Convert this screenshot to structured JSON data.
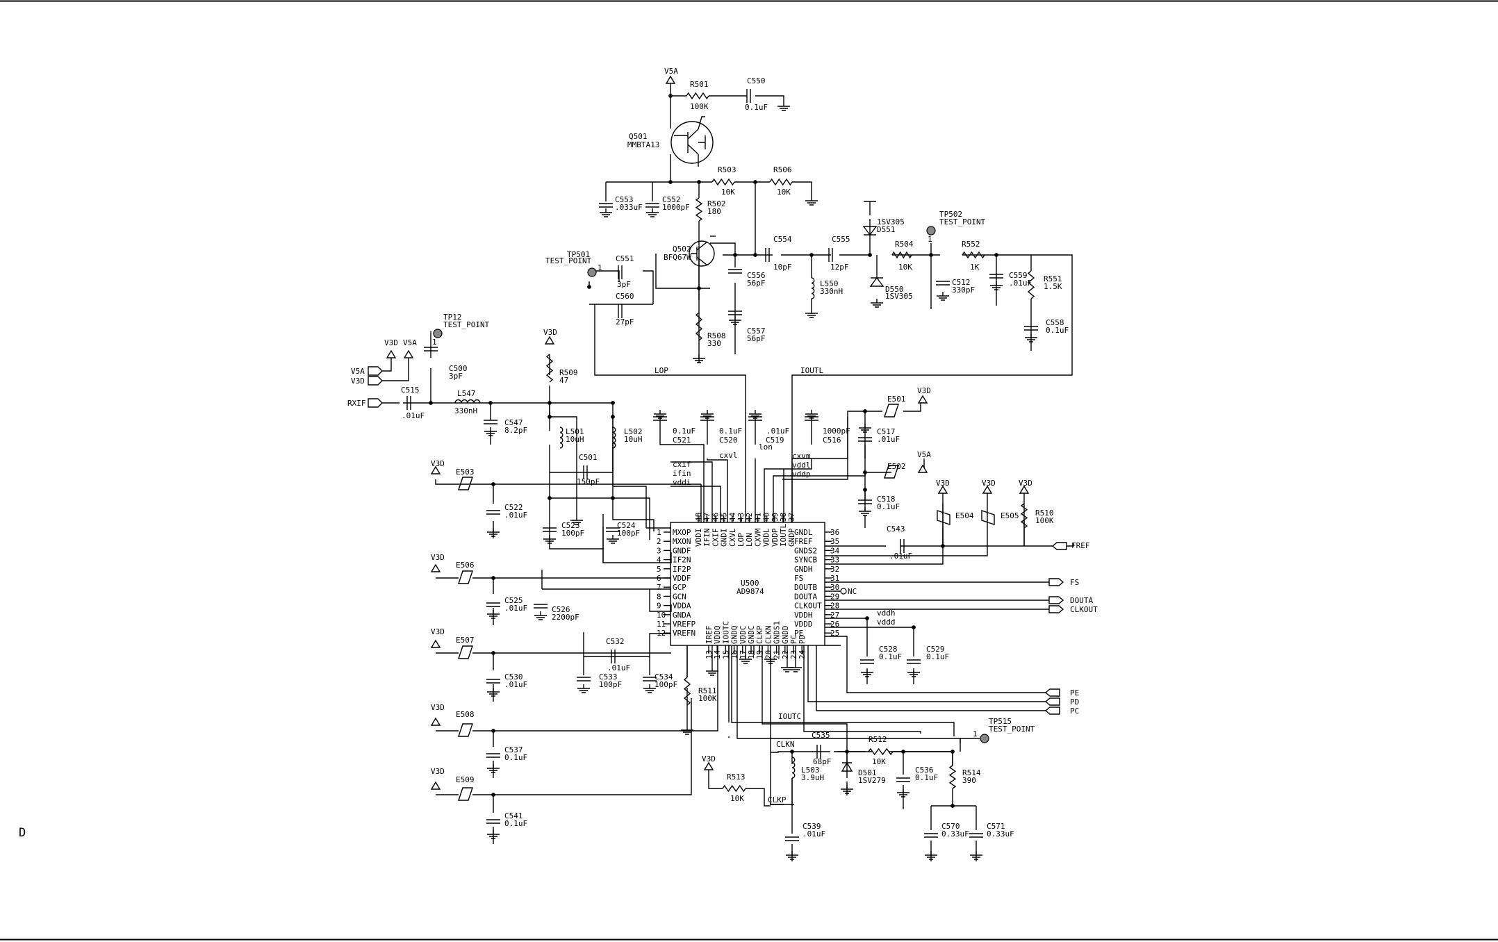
{
  "corner_label": "D",
  "u500": {
    "ref": "U500",
    "part": "AD9874",
    "left_pins": [
      {
        "num": "1",
        "name": "MXOP"
      },
      {
        "num": "2",
        "name": "MXON"
      },
      {
        "num": "3",
        "name": "GNDF"
      },
      {
        "num": "4",
        "name": "IF2N"
      },
      {
        "num": "5",
        "name": "IF2P"
      },
      {
        "num": "6",
        "name": "VDDF"
      },
      {
        "num": "7",
        "name": "GCP"
      },
      {
        "num": "8",
        "name": "GCN"
      },
      {
        "num": "9",
        "name": "VDDA"
      },
      {
        "num": "10",
        "name": "GNDA"
      },
      {
        "num": "11",
        "name": "VREFP"
      },
      {
        "num": "12",
        "name": "VREFN"
      }
    ],
    "top_pins": [
      {
        "num": "48",
        "name": "VDDI"
      },
      {
        "num": "47",
        "name": "IFIN"
      },
      {
        "num": "46",
        "name": "CXIF"
      },
      {
        "num": "45",
        "name": "GNDI"
      },
      {
        "num": "44",
        "name": "CXVL"
      },
      {
        "num": "43",
        "name": "LOP"
      },
      {
        "num": "42",
        "name": "LON"
      },
      {
        "num": "41",
        "name": "CXVM"
      },
      {
        "num": "40",
        "name": "VDDL"
      },
      {
        "num": "39",
        "name": "VDDP"
      },
      {
        "num": "38",
        "name": "IOUTL"
      },
      {
        "num": "37",
        "name": "GNDP"
      }
    ],
    "right_pins": [
      {
        "num": "36",
        "name": "GNDL"
      },
      {
        "num": "35",
        "name": "FREF"
      },
      {
        "num": "34",
        "name": "GNDS2"
      },
      {
        "num": "33",
        "name": "SYNCB"
      },
      {
        "num": "32",
        "name": "GNDH"
      },
      {
        "num": "31",
        "name": "FS"
      },
      {
        "num": "30",
        "name": "DOUTB"
      },
      {
        "num": "29",
        "name": "DOUTA"
      },
      {
        "num": "28",
        "name": "CLKOUT"
      },
      {
        "num": "27",
        "name": "VDDH"
      },
      {
        "num": "26",
        "name": "VDDD"
      },
      {
        "num": "25",
        "name": "PE"
      }
    ],
    "bottom_pins": [
      {
        "num": "13",
        "name": "IREF"
      },
      {
        "num": "14",
        "name": "VDDQ"
      },
      {
        "num": "15",
        "name": "IOUTC"
      },
      {
        "num": "16",
        "name": "GNDQ"
      },
      {
        "num": "17",
        "name": "VDDC"
      },
      {
        "num": "18",
        "name": "GNDC"
      },
      {
        "num": "19",
        "name": "CLKP"
      },
      {
        "num": "20",
        "name": "CLKN"
      },
      {
        "num": "21",
        "name": "GNDS1"
      },
      {
        "num": "22",
        "name": "GNDD"
      },
      {
        "num": "23",
        "name": "PC"
      },
      {
        "num": "24",
        "name": "PD"
      }
    ]
  },
  "ports": {
    "v5a_1": "V5A",
    "v3d_1": "V3D",
    "rxif": "RXIF",
    "fref": "FREF",
    "fs": "FS",
    "douta": "DOUTA",
    "clkout": "CLKOUT",
    "pe": "PE",
    "pd": "PD",
    "pc": "PC",
    "nc": "NC"
  },
  "supplies": {
    "v5a_q501": "V5A",
    "v3d_top_a": "V3D",
    "v5a_top_a": "V5A",
    "v3d_r509": "V3D",
    "v3d_e503": "V3D",
    "v3d_e506": "V3D",
    "v3d_e507": "V3D",
    "v3d_e508": "V3D",
    "v3d_e509": "V3D",
    "v3d_e501": "V3D",
    "v5a_e502": "V5A",
    "v3d_e504": "V3D",
    "v3d_e505": "V3D",
    "v3d_r510": "V3D",
    "v3d_r513": "V3D"
  },
  "nets": {
    "lop": "LOP",
    "ioutl": "IOUTL",
    "cxif": "cxif",
    "ifin": "ifin",
    "vddi": "vddi",
    "cxvl": "cxvl",
    "lon": "lon",
    "cxvm": "cxvm",
    "vddl": "vddl",
    "vddp": "vddp",
    "vddh": "vddh",
    "vddd": "vddd",
    "ioutc": "IOUTC",
    "clkn": "CLKN",
    "clkp": "CLKP"
  },
  "parts": {
    "q501": {
      "ref": "Q501",
      "value": "MMBTA13"
    },
    "q502": {
      "ref": "Q502",
      "value": "BFQ67W"
    },
    "r501": {
      "ref": "R501",
      "value": "100K"
    },
    "c550": {
      "ref": "C550",
      "value": "0.1uF"
    },
    "r503": {
      "ref": "R503",
      "value": "10K"
    },
    "r506": {
      "ref": "R506",
      "value": "10K"
    },
    "c553": {
      "ref": "C553",
      "value": ".033uF"
    },
    "c552": {
      "ref": "C552",
      "value": "1000pF"
    },
    "r502": {
      "ref": "R502",
      "value": "180"
    },
    "tp501": {
      "ref": "TP501",
      "value": "TEST_POINT",
      "pin": "1"
    },
    "c551": {
      "ref": "C551",
      "value": "3pF"
    },
    "c560": {
      "ref": "C560",
      "value": "27pF"
    },
    "c556": {
      "ref": "C556",
      "value": "56pF"
    },
    "c557": {
      "ref": "C557",
      "value": "56pF"
    },
    "r508": {
      "ref": "R508",
      "value": "330"
    },
    "c554": {
      "ref": "C554",
      "value": "10pF"
    },
    "l550": {
      "ref": "L550",
      "value": "330nH"
    },
    "c555": {
      "ref": "C555",
      "value": "12pF"
    },
    "d551": {
      "ref": "D551",
      "value": "1SV305"
    },
    "d550": {
      "ref": "D550",
      "value": "1SV305"
    },
    "r504": {
      "ref": "R504",
      "value": "10K"
    },
    "tp502": {
      "ref": "TP502",
      "value": "TEST_POINT",
      "pin": "1"
    },
    "c512": {
      "ref": "C512",
      "value": "330pF"
    },
    "r552": {
      "ref": "R552",
      "value": "1K"
    },
    "c559": {
      "ref": "C559",
      "value": ".01uF"
    },
    "r551": {
      "ref": "R551",
      "value": "1.5K"
    },
    "c558": {
      "ref": "C558",
      "value": "0.1uF"
    },
    "tp12": {
      "ref": "TP12",
      "value": "TEST_POINT",
      "pin": "1"
    },
    "c500": {
      "ref": "C500",
      "value": "3pF"
    },
    "c515": {
      "ref": "C515",
      "value": ".01uF"
    },
    "l547": {
      "ref": "L547",
      "value": "330nH"
    },
    "c547": {
      "ref": "C547",
      "value": "8.2pF"
    },
    "r509": {
      "ref": "R509",
      "value": "47"
    },
    "l501": {
      "ref": "L501",
      "value": "10uH"
    },
    "l502": {
      "ref": "L502",
      "value": "10uH"
    },
    "c501": {
      "ref": "C501",
      "value": "150pF"
    },
    "c521": {
      "ref": "C521",
      "value": "0.1uF"
    },
    "c520": {
      "ref": "C520",
      "value": "0.1uF"
    },
    "c519": {
      "ref": "C519",
      "value": ".01uF"
    },
    "c516": {
      "ref": "C516",
      "value": "1000pF"
    },
    "c517": {
      "ref": "C517",
      "value": ".01uF"
    },
    "e501": {
      "ref": "E501"
    },
    "e502": {
      "ref": "E502"
    },
    "c518": {
      "ref": "C518",
      "value": "0.1uF"
    },
    "e503": {
      "ref": "E503"
    },
    "c522": {
      "ref": "C522",
      "value": ".01uF"
    },
    "c523": {
      "ref": "C523",
      "value": "100pF"
    },
    "c524": {
      "ref": "C524",
      "value": "100pF"
    },
    "e506": {
      "ref": "E506"
    },
    "c525": {
      "ref": "C525",
      "value": ".01uF"
    },
    "c526": {
      "ref": "C526",
      "value": "2200pF"
    },
    "e507": {
      "ref": "E507"
    },
    "c530": {
      "ref": "C530",
      "value": ".01uF"
    },
    "c532": {
      "ref": "C532",
      "value": ".01uF"
    },
    "c533": {
      "ref": "C533",
      "value": "100pF"
    },
    "c534": {
      "ref": "C534",
      "value": "100pF"
    },
    "r511": {
      "ref": "R511",
      "value": "100K"
    },
    "e508": {
      "ref": "E508"
    },
    "c537": {
      "ref": "C537",
      "value": "0.1uF"
    },
    "e509": {
      "ref": "E509"
    },
    "c541": {
      "ref": "C541",
      "value": "0.1uF"
    },
    "c543": {
      "ref": "C543",
      "value": ".01uF"
    },
    "e504": {
      "ref": "E504"
    },
    "e505": {
      "ref": "E505"
    },
    "r510": {
      "ref": "R510",
      "value": "100K"
    },
    "c528": {
      "ref": "C528",
      "value": "0.1uF"
    },
    "c529": {
      "ref": "C529",
      "value": "0.1uF"
    },
    "tp515": {
      "ref": "TP515",
      "value": "TEST_POINT",
      "pin": "1"
    },
    "c535": {
      "ref": "C535",
      "value": "68pF"
    },
    "r512": {
      "ref": "R512",
      "value": "10K"
    },
    "d501": {
      "ref": "D501",
      "value": "1SV279"
    },
    "c536": {
      "ref": "C536",
      "value": "0.1uF"
    },
    "r514": {
      "ref": "R514",
      "value": "390"
    },
    "l503": {
      "ref": "L503",
      "value": "3.9uH"
    },
    "r513": {
      "ref": "R513",
      "value": "10K"
    },
    "c539": {
      "ref": "C539",
      "value": ".01uF"
    },
    "c570": {
      "ref": "C570",
      "value": "0.33uF"
    },
    "c571": {
      "ref": "C571",
      "value": "0.33uF"
    }
  }
}
